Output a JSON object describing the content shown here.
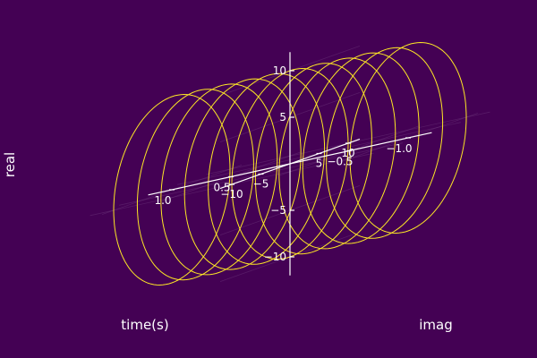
{
  "chart_data": {
    "type": "3d-line",
    "xlabel": "time(s)",
    "ylabel": "imag",
    "zlabel": "real",
    "xlim": [
      -1.2,
      1.2
    ],
    "ylim": [
      -12,
      12
    ],
    "zlim": [
      -12,
      12
    ],
    "x_ticks": [
      {
        "value": -1.0,
        "label": "−1.0"
      },
      {
        "value": -0.5,
        "label": "−0.5"
      },
      {
        "value": 0.5,
        "label": "0.5"
      },
      {
        "value": 1.0,
        "label": "1.0"
      }
    ],
    "y_ticks": [
      {
        "value": -10,
        "label": "−10"
      },
      {
        "value": -5,
        "label": "−5"
      },
      {
        "value": 5,
        "label": "5"
      },
      {
        "value": 10,
        "label": "10"
      }
    ],
    "z_ticks": [
      {
        "value": -10,
        "label": "−10"
      },
      {
        "value": -5,
        "label": "−5"
      },
      {
        "value": 5,
        "label": "5"
      },
      {
        "value": 10,
        "label": "10"
      }
    ],
    "grid": true,
    "line_color": "#fde725",
    "axis_color": "#ffffff",
    "background": "#440154",
    "series": [
      {
        "x": [
          -1.0,
          -0.8,
          -0.6,
          -0.4,
          -0.2,
          0.0,
          0.2,
          0.4,
          0.6,
          0.8,
          1.0
        ],
        "curve": "circle",
        "radius": 10
      }
    ]
  }
}
